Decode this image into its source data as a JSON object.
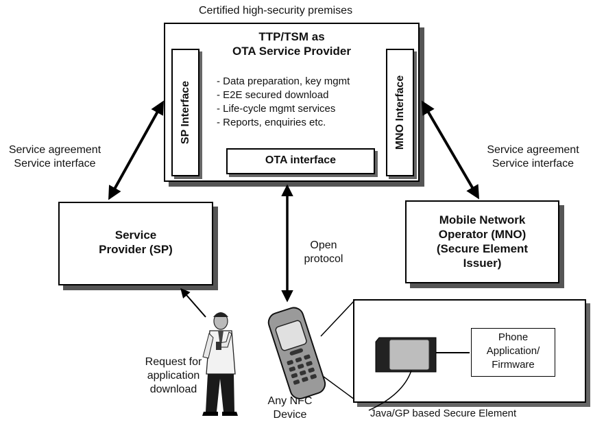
{
  "premises_label": "Certified high-security premises",
  "ttp": {
    "title_line1": "TTP/TSM as",
    "title_line2": "OTA Service Provider",
    "sp_interface": "SP Interface",
    "mno_interface": "MNO Interface",
    "services": [
      "- Data preparation, key mgmt",
      "- E2E secured download",
      "- Life-cycle mgmt services",
      "- Reports, enquiries etc."
    ],
    "ota_interface": "OTA interface"
  },
  "left_link": {
    "line1": "Service agreement",
    "line2": "Service interface"
  },
  "right_link": {
    "line1": "Service agreement",
    "line2": "Service interface"
  },
  "service_provider": {
    "line1": "Service",
    "line2": "Provider (SP)"
  },
  "mno": {
    "line1": "Mobile Network",
    "line2": "Operator (MNO)",
    "line3": "(Secure Element",
    "line4": "Issuer)"
  },
  "protocol": {
    "line1": "Open",
    "line2": "protocol"
  },
  "request": {
    "line1": "Request for",
    "line2": "application",
    "line3": "download"
  },
  "device": {
    "line1": "Any NFC",
    "line2": "Device"
  },
  "phone_app": {
    "line1": "Phone",
    "line2": "Application/",
    "line3": "Firmware"
  },
  "secure_element_label": "Java/GP based Secure Element"
}
